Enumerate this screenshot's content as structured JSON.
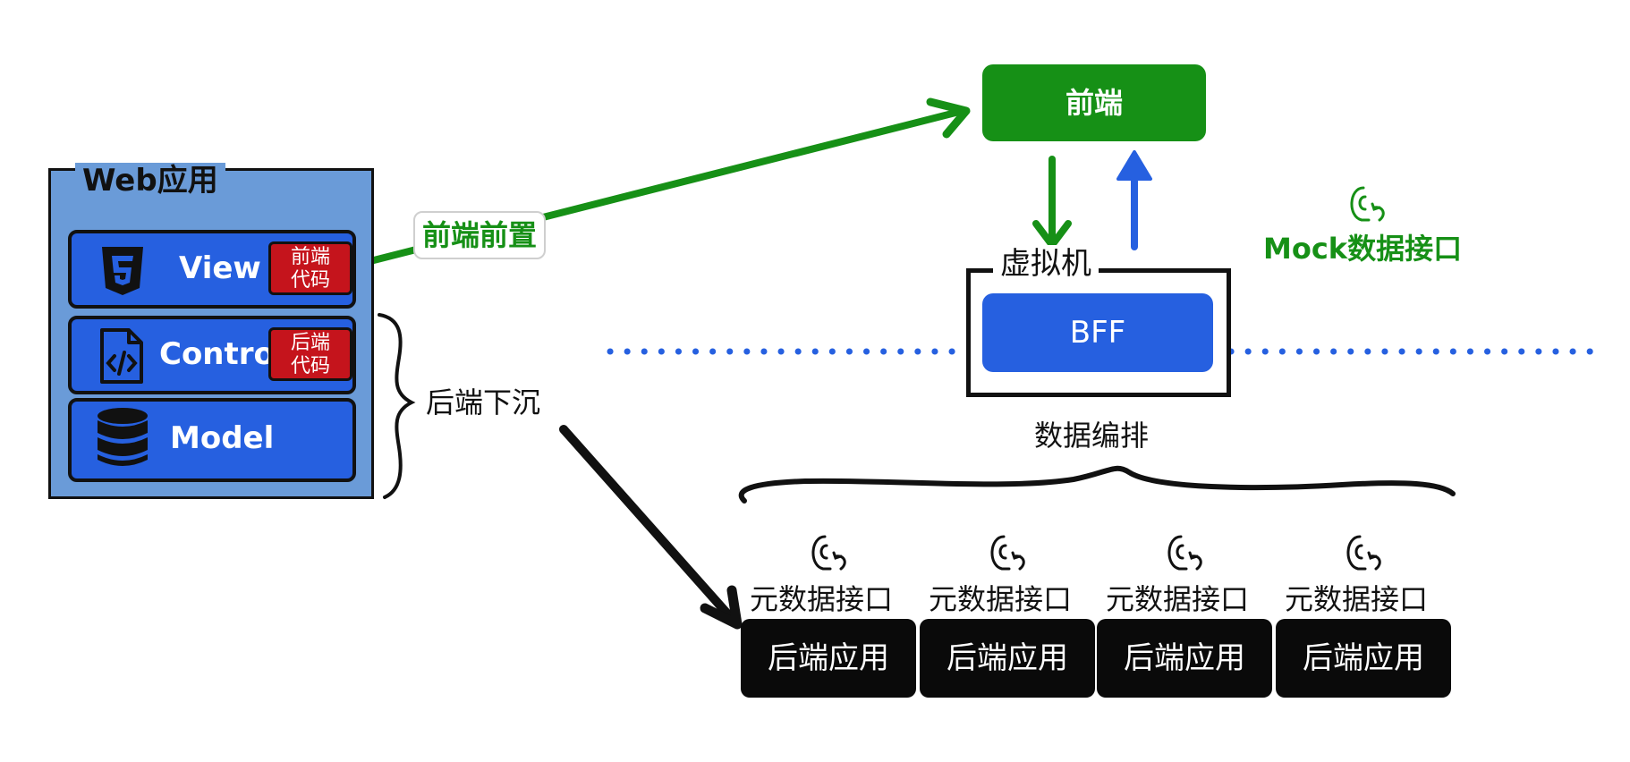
{
  "web_app": {
    "title": "Web应用",
    "layers": [
      {
        "label": "View",
        "tag": [
          "前端",
          "代码"
        ]
      },
      {
        "label": "Control",
        "tag": [
          "后端",
          "代码"
        ]
      },
      {
        "label": "Model"
      }
    ]
  },
  "labels": {
    "frontend_forward": "前端前置",
    "backend_sink": "后端下沉",
    "data_orchestration": "数据编排",
    "mock_interface": "Mock数据接口"
  },
  "frontend": {
    "label": "前端"
  },
  "vm": {
    "title": "虚拟机",
    "bff_label": "BFF"
  },
  "backends": [
    {
      "interface": "元数据接口",
      "app": "后端应用"
    },
    {
      "interface": "元数据接口",
      "app": "后端应用"
    },
    {
      "interface": "元数据接口",
      "app": "后端应用"
    },
    {
      "interface": "元数据接口",
      "app": "后端应用"
    }
  ],
  "colors": {
    "green": "#169016",
    "blue": "#2660e0",
    "red": "#c5141c",
    "light_blue": "#6a9bd8",
    "black": "#111111"
  },
  "icons": [
    "html5-icon",
    "code-file-icon",
    "database-icon",
    "api-interface-icon"
  ]
}
